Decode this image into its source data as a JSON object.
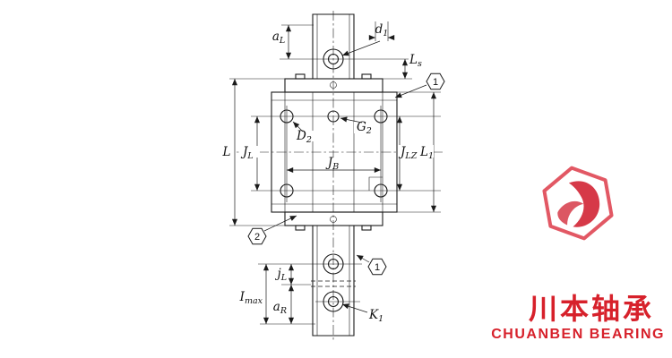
{
  "drawing": {
    "labels": {
      "aL": {
        "main": "a",
        "sub": "L"
      },
      "d1": {
        "main": "d",
        "sub": "1"
      },
      "Ls": {
        "main": "L",
        "sub": "s"
      },
      "L": {
        "main": "L",
        "sub": ""
      },
      "JL": {
        "main": "J",
        "sub": "L"
      },
      "D2": {
        "main": "D",
        "sub": "2"
      },
      "G2": {
        "main": "G",
        "sub": "2"
      },
      "JB": {
        "main": "J",
        "sub": "B"
      },
      "JLZ": {
        "main": "J",
        "sub": "LZ"
      },
      "L1": {
        "main": "L",
        "sub": "1"
      },
      "jL": {
        "main": "j",
        "sub": "L"
      },
      "Imax": {
        "main": "I",
        "sub": "max"
      },
      "aR": {
        "main": "a",
        "sub": "R"
      },
      "K1": {
        "main": "K",
        "sub": "1"
      }
    },
    "callouts": {
      "c1": "1",
      "c2": "2"
    }
  },
  "brand": {
    "chinese": "川本轴承",
    "english": "CHUANBEN BEARING",
    "color": "#d7212b",
    "logo_stroke": "#e25864",
    "logo_fill": "#d63948"
  }
}
